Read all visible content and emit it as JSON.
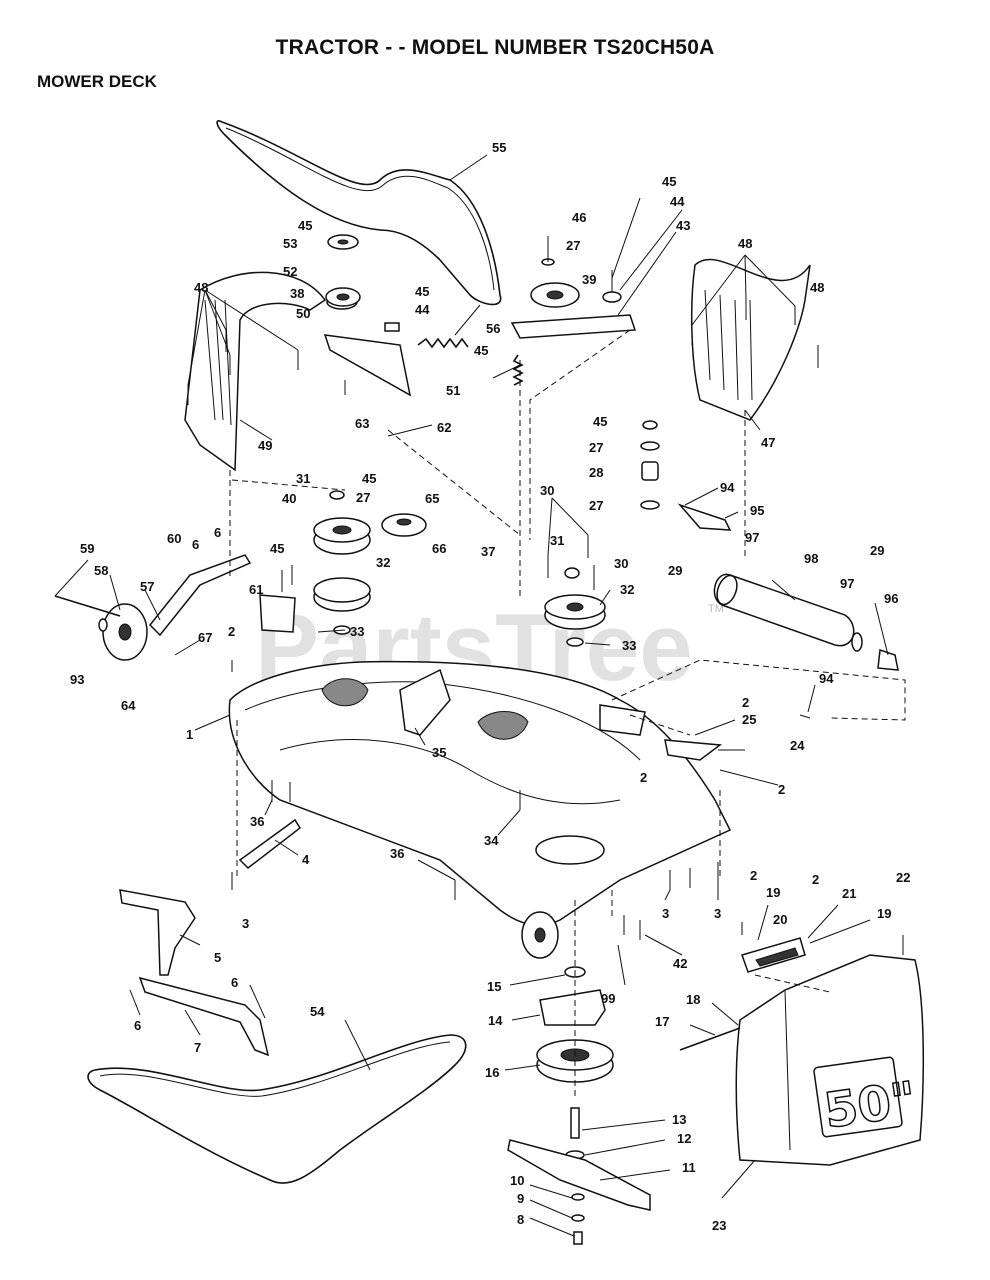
{
  "header": {
    "title": "TRACTOR - - MODEL NUMBER TS20CH50A",
    "section": "MOWER DECK"
  },
  "watermark": {
    "text": "PartsTree",
    "tm": "TM"
  },
  "deck_badge": {
    "text": "50\""
  },
  "part_labels": [
    "55",
    "45",
    "53",
    "52",
    "38",
    "50",
    "45",
    "44",
    "56",
    "46",
    "27",
    "39",
    "45",
    "44",
    "43",
    "45",
    "51",
    "48",
    "48",
    "48",
    "49",
    "63",
    "62",
    "47",
    "45",
    "27",
    "28",
    "27",
    "31",
    "40",
    "45",
    "27",
    "65",
    "30",
    "31",
    "30",
    "94",
    "95",
    "97",
    "98",
    "29",
    "6",
    "60",
    "6",
    "45",
    "61",
    "66",
    "37",
    "32",
    "29",
    "59",
    "58",
    "57",
    "32",
    "97",
    "96",
    "93",
    "64",
    "67",
    "2",
    "33",
    "33",
    "94",
    "1",
    "2",
    "25",
    "24",
    "35",
    "2",
    "2",
    "36",
    "34",
    "4",
    "36",
    "3",
    "3",
    "3",
    "42",
    "2",
    "19",
    "2",
    "21",
    "19",
    "22",
    "20",
    "5",
    "15",
    "99",
    "6",
    "6",
    "7",
    "54",
    "14",
    "18",
    "17",
    "16",
    "13",
    "12",
    "11",
    "10",
    "9",
    "8",
    "23"
  ],
  "colors": {
    "ink": "#111111",
    "paper": "#ffffff",
    "watermark": "#c9c9c9"
  }
}
